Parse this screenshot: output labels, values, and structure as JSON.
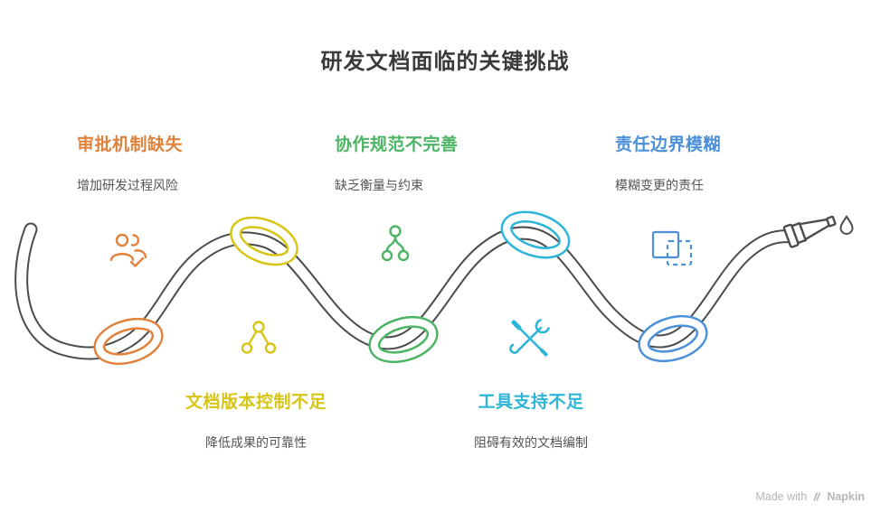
{
  "title": "研发文档面临的关键挑战",
  "challenges": [
    {
      "label": "审批机制缺失",
      "desc": "增加研发过程风险",
      "color": "#e0823c",
      "icon": "users-check-icon"
    },
    {
      "label": "协作规范不完善",
      "desc": "缺乏衡量与约束",
      "color": "#4cb464",
      "icon": "branch-icon"
    },
    {
      "label": "责任边界模糊",
      "desc": "模糊变更的责任",
      "color": "#4b90d8",
      "icon": "overlap-squares-icon"
    },
    {
      "label": "文档版本控制不足",
      "desc": "降低成果的可靠性",
      "color": "#d7c515",
      "icon": "hierarchy-icon"
    },
    {
      "label": "工具支持不足",
      "desc": "阻碍有效的文档编制",
      "color": "#2eb5d8",
      "icon": "crossed-tools-icon"
    }
  ],
  "rope": {
    "color": "#4c4c4c",
    "core": "#ffffff"
  },
  "text": {
    "title_color": "#3a3a3a",
    "desc_color": "#545454"
  },
  "watermark": {
    "prefix": "Made with",
    "brand": "Napkin",
    "color": "#b6b6b6"
  }
}
